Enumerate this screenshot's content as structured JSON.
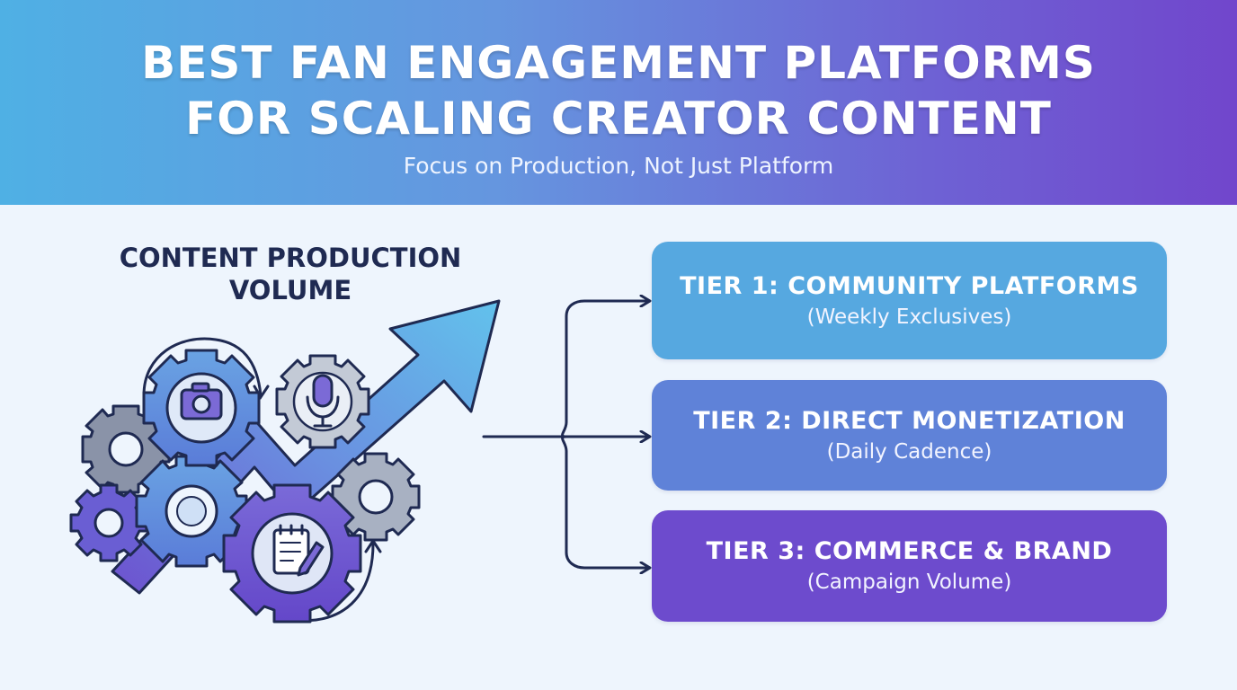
{
  "header": {
    "title_line1": "BEST FAN ENGAGEMENT PLATFORMS",
    "title_line2": "FOR SCALING CREATOR CONTENT",
    "subtitle": "Focus on Production, Not Just Platform"
  },
  "left": {
    "title_line1": "CONTENT PRODUCTION",
    "title_line2": "VOLUME",
    "icons": [
      "camera-icon",
      "microphone-icon",
      "notepad-pencil-icon",
      "gear-icon",
      "growth-arrow-icon",
      "cycle-arrow-icon"
    ]
  },
  "tiers": [
    {
      "title": "TIER 1: COMMUNITY PLATFORMS",
      "subtitle": "(Weekly Exclusives)"
    },
    {
      "title": "TIER 2: DIRECT MONETIZATION",
      "subtitle": "(Daily Cadence)"
    },
    {
      "title": "TIER 3: COMMERCE & BRAND",
      "subtitle": "(Campaign Volume)"
    }
  ],
  "colors": {
    "header_start": "#4fb0e4",
    "header_end": "#7146cc",
    "background": "#eef5fd",
    "navy": "#1f2a52",
    "tier1": "#56a8e0",
    "tier2": "#5f82d8",
    "tier3": "#6d4bcd"
  }
}
